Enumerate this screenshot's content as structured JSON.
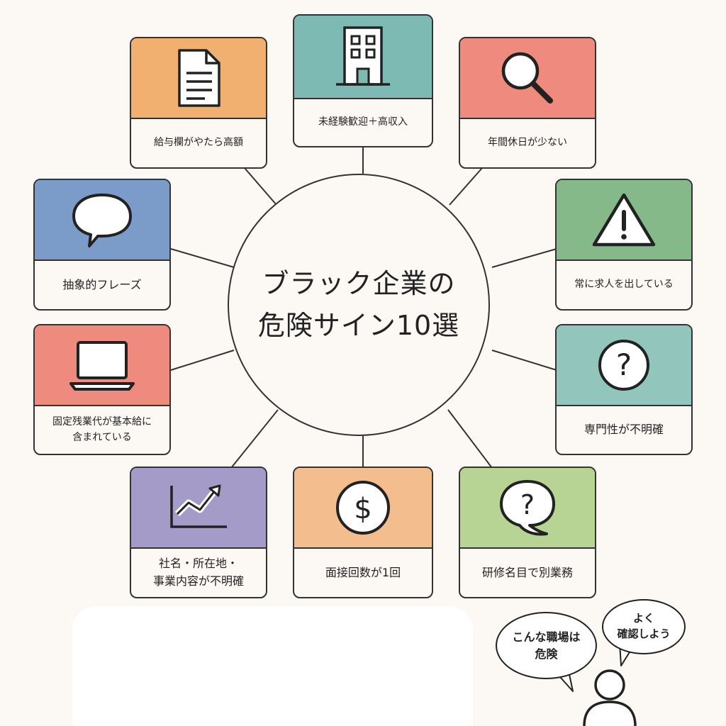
{
  "center": {
    "title": "ブラック企業の\n危険サイン10選"
  },
  "cards": [
    {
      "label": "給与欄がやたら高額",
      "icon": "document-icon",
      "color": "#f2b070"
    },
    {
      "label": "未経験歓迎＋高収入",
      "icon": "building-icon",
      "color": "#7dbab3"
    },
    {
      "label": "年間休日が少ない",
      "icon": "magnifier-icon",
      "color": "#ef8a7e"
    },
    {
      "label": "抽象的フレーズ",
      "icon": "speech-bubble-icon",
      "color": "#7b9cc9"
    },
    {
      "label": "常に求人を出している",
      "icon": "warning-icon",
      "color": "#85b98a"
    },
    {
      "label": "固定残業代が基本給に\n含まれている",
      "icon": "laptop-icon",
      "color": "#ef8a7e"
    },
    {
      "label": "専門性が不明確",
      "icon": "question-circle-icon",
      "color": "#92c6bd"
    },
    {
      "label": "社名・所在地・\n事業内容が不明確",
      "icon": "line-chart-icon",
      "color": "#a59bc9"
    },
    {
      "label": "面接回数が1回",
      "icon": "dollar-circle-icon",
      "color": "#f4bd8d"
    },
    {
      "label": "研修名目で別業務",
      "icon": "question-bubble-icon",
      "color": "#b7d494"
    }
  ],
  "bubbles": {
    "left": "こんな職場は\n危険",
    "right": "よく\n確認しよう"
  },
  "person_icon": "person-icon"
}
